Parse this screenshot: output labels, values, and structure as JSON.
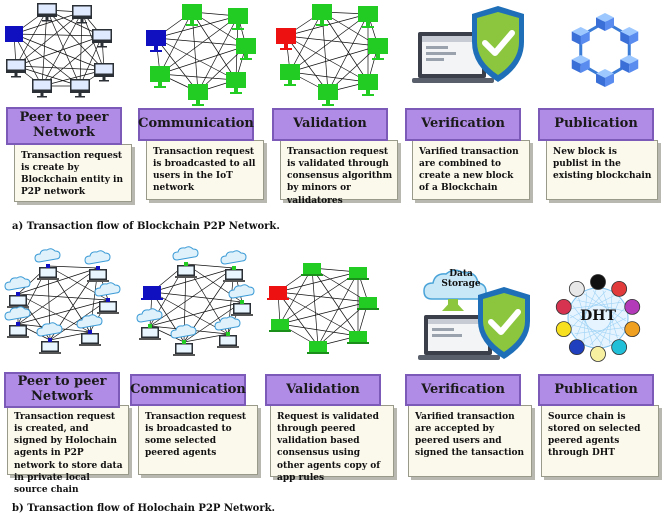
{
  "row_a": {
    "stages": [
      {
        "label": "Peer to peer Network",
        "desc": "Transaction request is create by Blockchain entity in P2P network"
      },
      {
        "label": "Communication",
        "desc": "Transaction request is broadcasted to all users in the IoT network"
      },
      {
        "label": "Validation",
        "desc": "Transaction request is validated through consensus algorithm by minors or validatores"
      },
      {
        "label": "Verification",
        "desc": "Varified transaction are combined to create a new block of a Blockchain"
      },
      {
        "label": "Publication",
        "desc": "New block is publist in the existing blockchain"
      }
    ],
    "caption": "a) Transaction flow of Blockchain P2P Network."
  },
  "row_b": {
    "stages": [
      {
        "label": "Peer to peer Network",
        "desc": "Transaction request is created, and signed by Holochain agents in P2P network to store data in private local source chain"
      },
      {
        "label": "Communication",
        "desc": "Transaction request is broadcasted to some selected peered agents"
      },
      {
        "label": "Validation",
        "desc": "Request is validated through peered validation based consensus using other agents copy of app rules"
      },
      {
        "label": "Verification",
        "desc": "Varified transaction are accepted by peered users and signed the tansaction"
      },
      {
        "label": "Publication",
        "desc": "Source chain is stored on selected peered agents through DHT"
      }
    ],
    "cloud_text": "Data Storage",
    "dht_text": "DHT",
    "caption": "b) Transaction flow of Holochain P2P Network."
  },
  "colors": {
    "label_fill": "#b18ce6",
    "node_blue": "#1010c0",
    "node_green": "#22cc22",
    "node_red": "#ee1111",
    "shield_blue": "#1e6fb8",
    "shield_green": "#8cc63f"
  }
}
